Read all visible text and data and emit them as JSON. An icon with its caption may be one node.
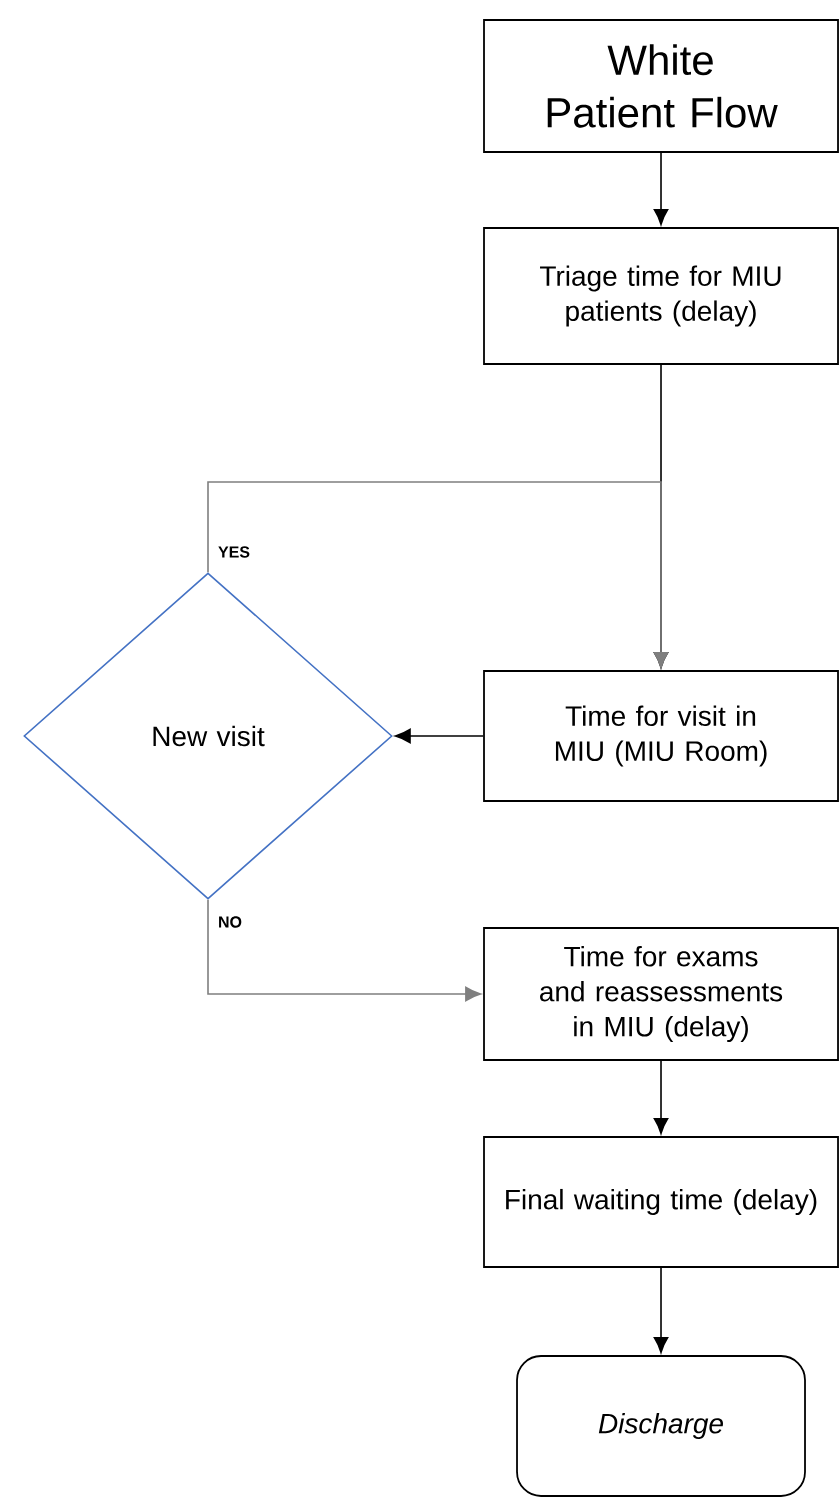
{
  "diagram": {
    "nodes": [
      {
        "text": [
          "White Patient Flow"
        ]
      },
      {
        "text": [
          "Triage time for MIU patients (delay)"
        ]
      },
      {
        "text": [
          "New visit"
        ]
      },
      {
        "text": [
          "Time for visit in MIU (MIU Room)"
        ]
      },
      {
        "text": [
          "Time for exams and reassessments in MIU (delay)"
        ]
      },
      {
        "text": [
          "Final waiting time (delay)"
        ]
      },
      {
        "text": [
          "Discharge"
        ]
      }
    ],
    "edges": [
      {
        "from": 0,
        "to": 1,
        "arrow": "to"
      },
      {
        "from": 1,
        "to": 3,
        "arrow": "to"
      },
      {
        "from": 3,
        "to": 2,
        "arrow": "to"
      },
      {
        "from": 2,
        "to": 3,
        "arrow": "to",
        "label": "YES",
        "color": "#7f7f7f"
      },
      {
        "from": 2,
        "to": 4,
        "arrow": "to",
        "label": "NO",
        "color": "#7f7f7f"
      },
      {
        "from": 4,
        "to": 5,
        "arrow": "to"
      },
      {
        "from": 5,
        "to": 6,
        "arrow": "to"
      }
    ]
  }
}
